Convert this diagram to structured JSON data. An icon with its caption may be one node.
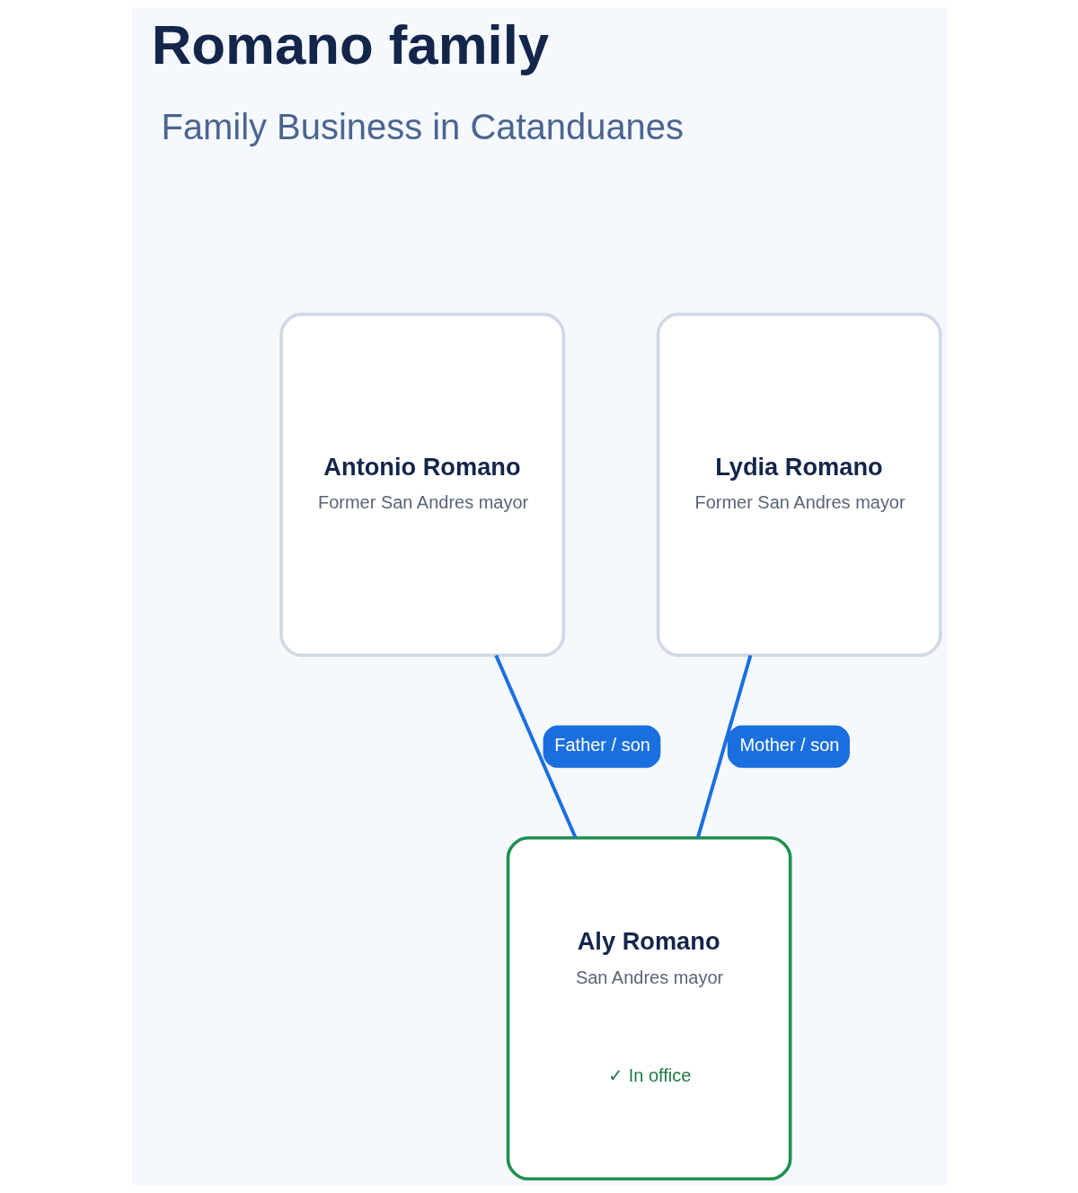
{
  "diagram": {
    "title": "Romano family",
    "nodes": [
      {
        "text": [
          "Antonio Romano",
          "Former San Andres mayor"
        ]
      },
      {
        "text": [
          "Lydia Romano",
          "Former San Andres mayor"
        ]
      },
      {
        "text": [
          "Aly Romano",
          "San Andres mayor",
          "✓ In office"
        ]
      }
    ],
    "edges": [
      {
        "from": 0,
        "to": 2,
        "arrow": "none",
        "label": "Father / son"
      },
      {
        "from": 1,
        "to": 2,
        "arrow": "none",
        "label": "Mother / son"
      }
    ],
    "labels": [
      "Family Business in Catanduanes"
    ]
  }
}
